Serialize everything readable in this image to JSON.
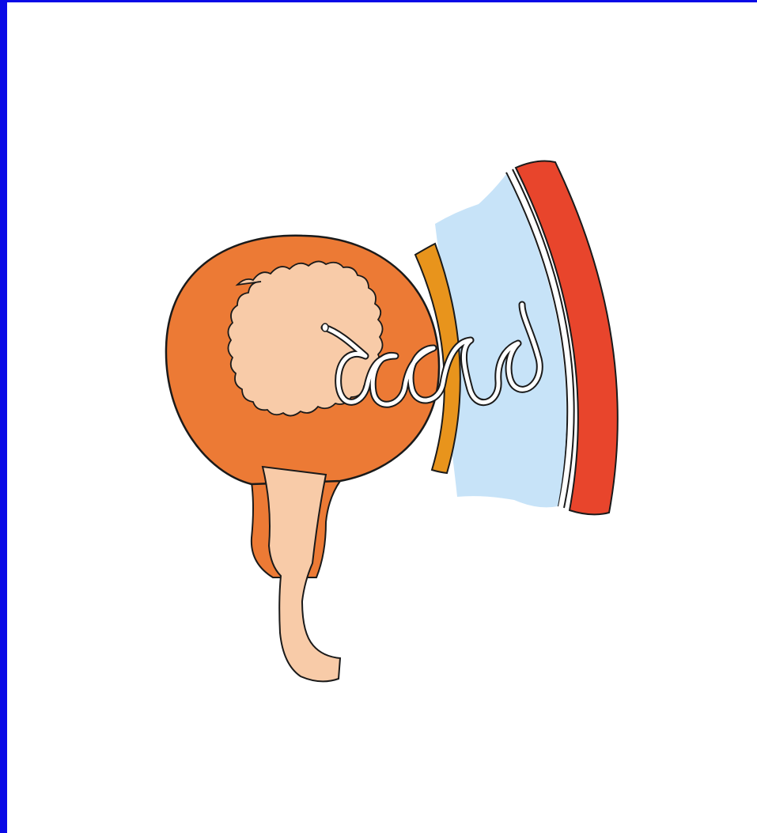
{
  "colors": {
    "frame_blue": "#0a0ae6",
    "background": "#ffffff",
    "cyst_wall": "#ec7a35",
    "cyst_lumen": "#f8cba8",
    "serosa_band": "#e8941c",
    "organ_tissue": "#c7e3f8",
    "outer_layer": "#e8452c",
    "outline": "#1a1a1a",
    "wire": "#ffffff"
  },
  "icons": {
    "cyst": "flask-shaped-sac",
    "coil": "helical-wire-coil",
    "layers": "curved-tissue-layers"
  }
}
